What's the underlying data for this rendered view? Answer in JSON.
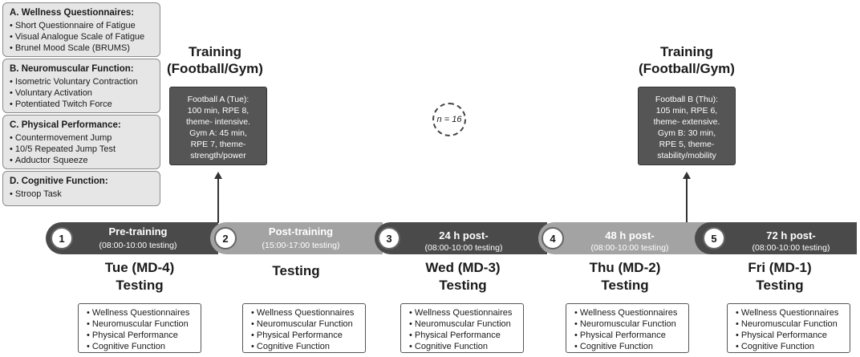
{
  "categories": [
    {
      "title": "A. Wellness Questionnaires:",
      "items": [
        "Short Questionnaire of Fatigue",
        "Visual Analogue Scale of Fatigue",
        "Brunel Mood Scale (BRUMS)"
      ]
    },
    {
      "title": "B. Neuromuscular Function:",
      "items": [
        "Isometric Voluntary Contraction",
        "Voluntary Activation",
        "Potentiated Twitch Force"
      ]
    },
    {
      "title": "C. Physical Performance:",
      "items": [
        "Countermovement Jump",
        "10/5 Repeated Jump Test",
        "Adductor Squeeze"
      ]
    },
    {
      "title": "D. Cognitive Function:",
      "items": [
        "Stroop Task"
      ]
    }
  ],
  "training": [
    {
      "title_line1": "Training",
      "title_line2": "(Football/Gym)",
      "lines": [
        "Football A (Tue):",
        "100 min, RPE 8,",
        "theme- intensive.",
        "Gym A: 45 min,",
        "RPE 7, theme-",
        "strength/power"
      ]
    },
    {
      "title_line1": "Training",
      "title_line2": "(Football/Gym)",
      "lines": [
        "Football B (Thu):",
        "105 min, RPE 6,",
        "theme- extensive.",
        "Gym B: 30 min,",
        "RPE 5, theme-",
        "stability/mobility"
      ]
    }
  ],
  "sample_size": "n = 16",
  "timepoints": [
    {
      "number": "1",
      "label": "Pre-training",
      "sub": "(08:00-10:00 testing)",
      "day_line1": "Tue (MD-4)",
      "day_line2": "Testing"
    },
    {
      "number": "2",
      "label": "Post-training",
      "sub": "(15:00-17:00 testing)",
      "day_line1": "",
      "day_line2": "Testing"
    },
    {
      "number": "3",
      "label": "24 h post-",
      "sub": "(08:00-10:00 testing)",
      "day_line1": "Wed (MD-3)",
      "day_line2": "Testing"
    },
    {
      "number": "4",
      "label": "48 h post-",
      "sub": "(08:00-10:00 testing)",
      "day_line1": "Thu (MD-2)",
      "day_line2": "Testing"
    },
    {
      "number": "5",
      "label": "72 h post-",
      "sub": "(08:00-10:00 testing)",
      "day_line1": "Fri (MD-1)",
      "day_line2": "Testing"
    }
  ],
  "test_battery": [
    "Wellness Questionnaires",
    "Neuromuscular Function",
    "Physical Performance",
    "Cognitive Function"
  ],
  "colors": {
    "dark_segment": "#4a4a4a",
    "light_segment": "#a3a3a3",
    "box_fill": "#555555",
    "panel_fill": "#e6e6e6"
  }
}
